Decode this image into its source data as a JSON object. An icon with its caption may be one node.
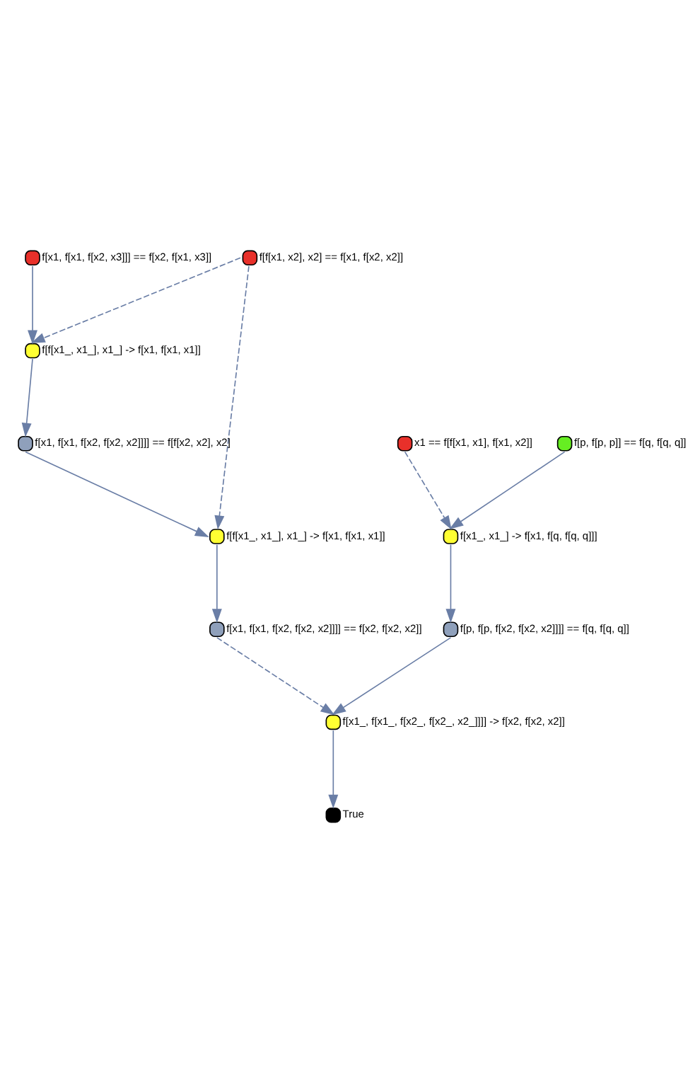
{
  "diagram": {
    "nodes": [
      {
        "text": [
          "f[x1, f[x1, f[x2, x3]]] == f[x2, f[x1, x3]]"
        ]
      },
      {
        "text": [
          "f[f[x1, x2], x2] == f[x1, f[x2, x2]]"
        ]
      },
      {
        "text": [
          "f[f[x1_, x1_], x1_] -> f[x1, f[x1, x1]]"
        ]
      },
      {
        "text": [
          "f[x1, f[x1, f[x2, f[x2, x2]]]] == f[f[x2, x2], x2]"
        ]
      },
      {
        "text": [
          "x1 == f[f[x1, x1], f[x1, x2]]"
        ]
      },
      {
        "text": [
          "f[p, f[p, p]] == f[q, f[q, q]]"
        ]
      },
      {
        "text": [
          "f[f[x1_, x1_], x1_] -> f[x1, f[x1, x1]]"
        ]
      },
      {
        "text": [
          "f[x1_, x1_] -> f[x1, f[q, f[q, q]]]"
        ]
      },
      {
        "text": [
          "f[x1, f[x1, f[x2, f[x2, x2]]]] == f[x2, f[x2, x2]]"
        ]
      },
      {
        "text": [
          "f[p, f[p, f[x2, f[x2, x2]]]] == f[q, f[q, q]]"
        ]
      },
      {
        "text": [
          "f[x1_, f[x1_, f[x2_, f[x2_, x2_]]]] -> f[x2, f[x2, x2]]"
        ]
      },
      {
        "text": [
          "True"
        ]
      }
    ],
    "edges": [
      {
        "from": 0,
        "to": 2,
        "arrow": "to"
      },
      {
        "from": 1,
        "to": 2,
        "arrow": "to",
        "style": "dashed"
      },
      {
        "from": 1,
        "to": 6,
        "arrow": "to",
        "style": "dashed"
      },
      {
        "from": 2,
        "to": 3,
        "arrow": "to"
      },
      {
        "from": 3,
        "to": 6,
        "arrow": "to"
      },
      {
        "from": 4,
        "to": 7,
        "arrow": "to",
        "style": "dashed"
      },
      {
        "from": 5,
        "to": 7,
        "arrow": "to"
      },
      {
        "from": 6,
        "to": 8,
        "arrow": "to"
      },
      {
        "from": 7,
        "to": 9,
        "arrow": "to"
      },
      {
        "from": 8,
        "to": 10,
        "arrow": "to",
        "style": "dashed"
      },
      {
        "from": 9,
        "to": 10,
        "arrow": "to"
      },
      {
        "from": 10,
        "to": 11,
        "arrow": "to"
      }
    ]
  }
}
